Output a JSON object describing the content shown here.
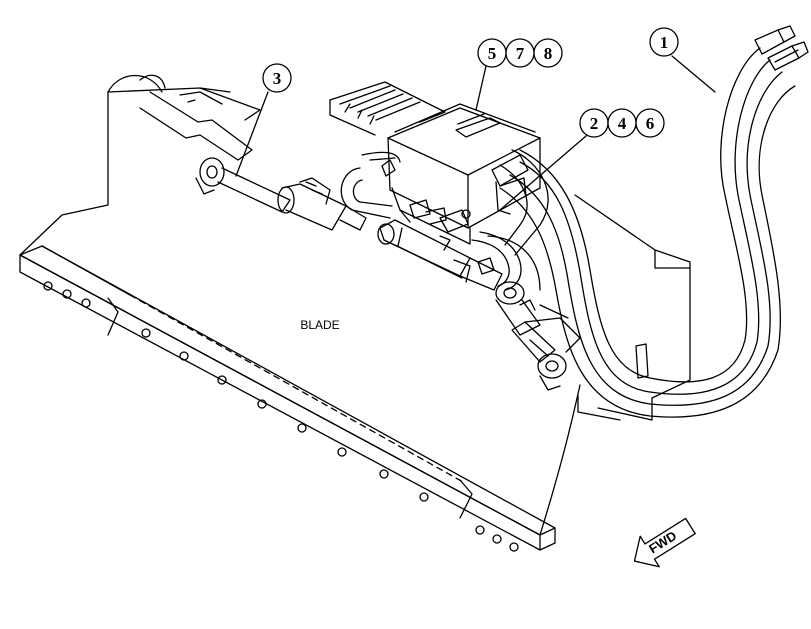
{
  "diagram": {
    "blade_label": "BLADE",
    "fwd_label": "FWD",
    "callouts": {
      "c1": "1",
      "c2": "2",
      "c3": "3",
      "c4": "4",
      "c5": "5",
      "c6": "6",
      "c7": "7",
      "c8": "8"
    }
  }
}
